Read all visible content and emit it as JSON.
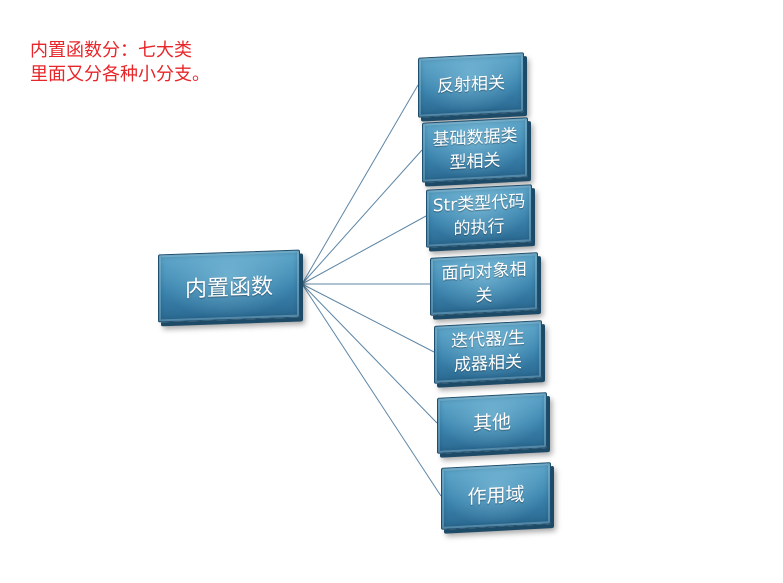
{
  "note": {
    "lines": [
      "内置函数分：七大类",
      "里面又分各种小分支。"
    ]
  },
  "root": {
    "label": "内置函数"
  },
  "branches": [
    {
      "lines": [
        "反射相关"
      ]
    },
    {
      "lines": [
        "基础数据类",
        "型相关"
      ]
    },
    {
      "lines": [
        "Str类型代码",
        "的执行"
      ]
    },
    {
      "lines": [
        "面向对象相",
        "关"
      ]
    },
    {
      "lines": [
        "迭代器/生",
        "成器相关"
      ]
    },
    {
      "lines": [
        "其他"
      ]
    },
    {
      "lines": [
        "作用域"
      ]
    }
  ],
  "colors": {
    "note_text": "#e8262a",
    "box_fill": "#3b84ae",
    "box_edge": "#1d4a66",
    "connector": "#5d86a6",
    "box_text": "#ffffff"
  }
}
